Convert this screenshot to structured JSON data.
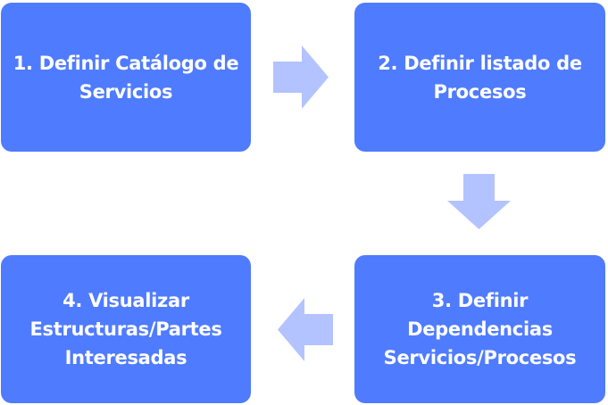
{
  "steps": [
    {
      "label": "1. Definir Catálogo de\nServicios"
    },
    {
      "label": "2. Definir listado de\nProcesos"
    },
    {
      "label": "3. Definir\nDependencias\nServicios/Procesos"
    },
    {
      "label": "4. Visualizar\nEstructuras/Partes\nInteresadas"
    }
  ],
  "colors": {
    "box": "#4f7bff",
    "arrow": "#b3c3ff",
    "text": "#ffffff"
  }
}
